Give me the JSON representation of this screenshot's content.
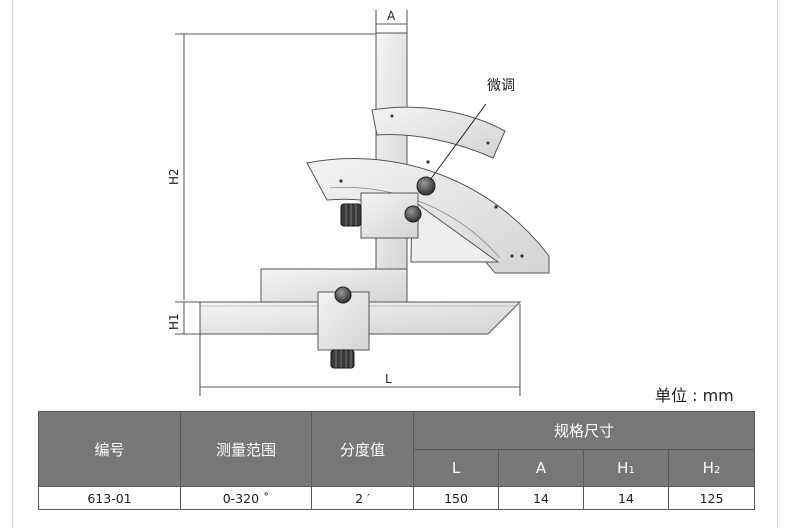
{
  "drawing": {
    "label_A": "A",
    "label_H2": "H2",
    "label_H1": "H1",
    "label_L": "L",
    "label_fine_adjust": "微调"
  },
  "unit": "单位 : mm",
  "table": {
    "headers": {
      "code": "编号",
      "range": "测量范围",
      "division": "分度值",
      "spec_group": "规格尺寸",
      "L": "L",
      "A": "A",
      "H1_main": "H",
      "H1_sub": "1",
      "H2_main": "H",
      "H2_sub": "2"
    },
    "row": {
      "code": "613-01",
      "range": "0-320 ˚",
      "division": "2 ′",
      "L": "150",
      "A": "14",
      "H1": "14",
      "H2": "125"
    }
  }
}
